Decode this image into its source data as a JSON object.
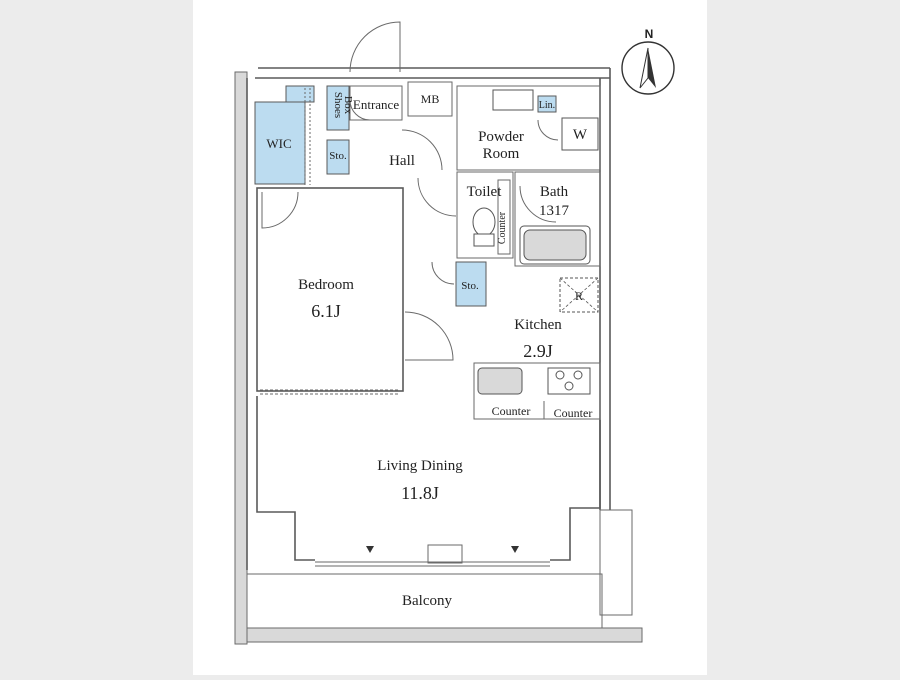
{
  "compass": {
    "north_label": "N"
  },
  "rooms": {
    "wic": "WIC",
    "shoes_box_line1": "Shoes",
    "shoes_box_line2": "Box",
    "entrance": "Entrance",
    "mb": "MB",
    "linen": "Lin.",
    "powder_room_line1": "Powder",
    "powder_room_line2": "Room",
    "washer": "W",
    "storage_entrance": "Sto.",
    "hall": "Hall",
    "toilet": "Toilet",
    "counter_toilet": "Counter",
    "bath": "Bath",
    "bath_size": "1317",
    "bedroom": "Bedroom",
    "bedroom_size": "6.1J",
    "storage_hall": "Sto.",
    "refrigerator": "R",
    "kitchen": "Kitchen",
    "kitchen_size": "2.9J",
    "counter_left": "Counter",
    "counter_right": "Counter",
    "living_dining": "Living Dining",
    "living_dining_size": "11.8J",
    "balcony": "Balcony"
  }
}
